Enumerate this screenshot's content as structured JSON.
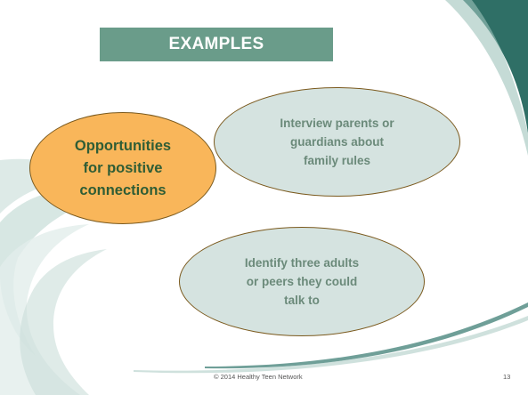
{
  "banner": {
    "title": "EXAMPLES"
  },
  "center_oval": {
    "text": "Opportunities\nfor positive\nconnections"
  },
  "examples": [
    {
      "text": "Interview parents or\nguardians about\nfamily rules"
    },
    {
      "text": "Identify three adults\nor peers they could\ntalk to"
    }
  ],
  "footer": {
    "copyright": "© 2014 Healthy Teen Network",
    "page_number": "13"
  },
  "colors": {
    "banner": "#6a9c8a",
    "center_oval_fill": "#f9b65a",
    "example_oval_fill": "#d5e3e0",
    "oval_border": "#7b5a1e",
    "teal_accent": "#2f6f66"
  }
}
